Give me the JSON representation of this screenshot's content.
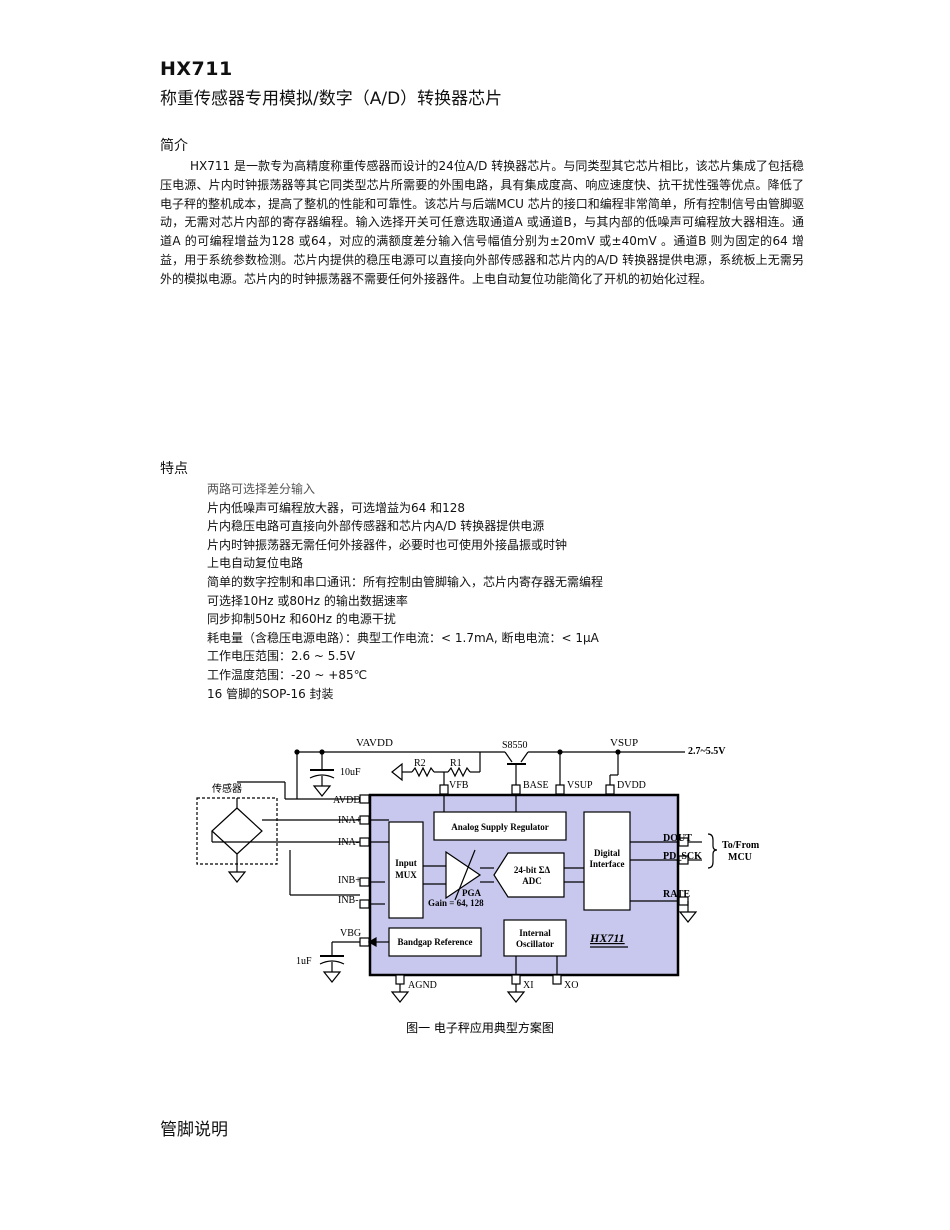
{
  "title": "HX711",
  "subtitle": "称重传感器专用模拟/数字（A/D）转换器芯片",
  "intro": {
    "heading": "简介",
    "text": "HX711 是一款专为高精度称重传感器而设计的24位A/D 转换器芯片。与同类型其它芯片相比，该芯片集成了包括稳压电源、片内时钟振荡器等其它同类型芯片所需要的外围电路，具有集成度高、响应速度快、抗干扰性强等优点。降低了电子秤的整机成本，提高了整机的性能和可靠性。该芯片与后端MCU 芯片的接口和编程非常简单，所有控制信号由管脚驱动，无需对芯片内部的寄存器编程。输入选择开关可任意选取通道A 或通道B，与其内部的低噪声可编程放大器相连。通道A 的可编程增益为128 或64，对应的满额度差分输入信号幅值分别为±20mV 或±40mV 。通道B 则为固定的64 增益，用于系统参数检测。芯片内提供的稳压电源可以直接向外部传感器和芯片内的A/D 转换器提供电源，系统板上无需另外的模拟电源。芯片内的时钟振荡器不需要任何外接器件。上电自动复位功能简化了开机的初始化过程。"
  },
  "features": {
    "heading": "特点",
    "items": [
      "两路可选择差分输入",
      "片内低噪声可编程放大器，可选增益为64 和128",
      "片内稳压电路可直接向外部传感器和芯片内A/D 转换器提供电源",
      "片内时钟振荡器无需任何外接器件，必要时也可使用外接晶振或时钟",
      "上电自动复位电路",
      "简单的数字控制和串口通讯：所有控制由管脚输入，芯片内寄存器无需编程",
      "可选择10Hz 或80Hz 的输出数据速率",
      "同步抑制50Hz 和60Hz 的电源干扰",
      "耗电量（含稳压电源电路）：典型工作电流：< 1.7mA, 断电电流：< 1μA",
      "工作电压范围：2.6 ~ 5.5V",
      "工作温度范围：-20 ~ +85℃",
      "16 管脚的SOP-16 封装"
    ]
  },
  "diagram": {
    "vavdd": "VAVDD",
    "vsup": "VSUP",
    "s8550": "S8550",
    "supply_range": "2.7~5.5V",
    "cap_10uf": "10uF",
    "r2": "R2",
    "r1": "R1",
    "sensor": "传感器",
    "pins": {
      "avdd": "AVDD",
      "ina_p": "INA+",
      "ina_n": "INA-",
      "inb_p": "INB+",
      "inb_n": "INB-",
      "vbg": "VBG",
      "vfb": "VFB",
      "base": "BASE",
      "vsup": "VSUP",
      "dvdd": "DVDD",
      "dout": "DOUT",
      "pd_sck": "PD_SCK",
      "rate": "RATE",
      "agnd": "AGND",
      "xi": "XI",
      "xo": "XO"
    },
    "blocks": {
      "regulator": "Analog Supply Regulator",
      "mux_line1": "Input",
      "mux_line2": "MUX",
      "pga": "PGA",
      "gain": "Gain = 64, 128",
      "adc_line1": "24-bit ΣΔ",
      "adc_line2": "ADC",
      "digital_line1": "Digital",
      "digital_line2": "Interface",
      "bandgap": "Bandgap Reference",
      "osc_line1": "Internal",
      "osc_line2": "Oscillator",
      "chip": "HX711"
    },
    "cap_1uf": "1uF",
    "to_from": "To/From",
    "mcu": "MCU",
    "caption": "图一    电子秤应用典型方案图"
  },
  "pins_heading": "管脚说明"
}
